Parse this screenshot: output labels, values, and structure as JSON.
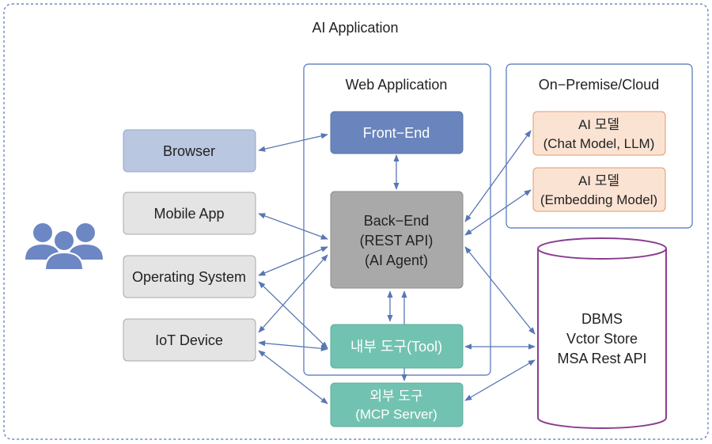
{
  "title": "AI Application",
  "web_app": {
    "label": "Web Application",
    "frontend": "Front−End",
    "backend": [
      "Back−End",
      "(REST API)",
      "(AI Agent)"
    ],
    "internal_tool": "내부 도구(Tool)"
  },
  "cloud": {
    "label": "On−Premise/Cloud",
    "model1": [
      "AI 모델",
      "(Chat Model, LLM)"
    ],
    "model2": [
      "AI 모델",
      "(Embedding Model)"
    ]
  },
  "clients": {
    "browser": "Browser",
    "mobile": "Mobile App",
    "os": "Operating System",
    "iot": "IoT Device"
  },
  "external_tool": [
    "외부 도구",
    "(MCP Server)"
  ],
  "dbms": [
    "DBMS",
    "Vctor Store",
    "MSA Rest API"
  ],
  "users_icon": "users-icon",
  "colors": {
    "frontend": "#6a85bd",
    "backend": "#a9a9a9",
    "tool": "#72c2b1",
    "model_fill": "#fbe3d3",
    "model_border": "#e39a6c",
    "browser": "#bac7e0",
    "client": "#e4e4e4",
    "arrow": "#5877b3",
    "frame": "#4f72b8",
    "dbms_border": "#8b3d8f",
    "users": "#6c87c3"
  }
}
